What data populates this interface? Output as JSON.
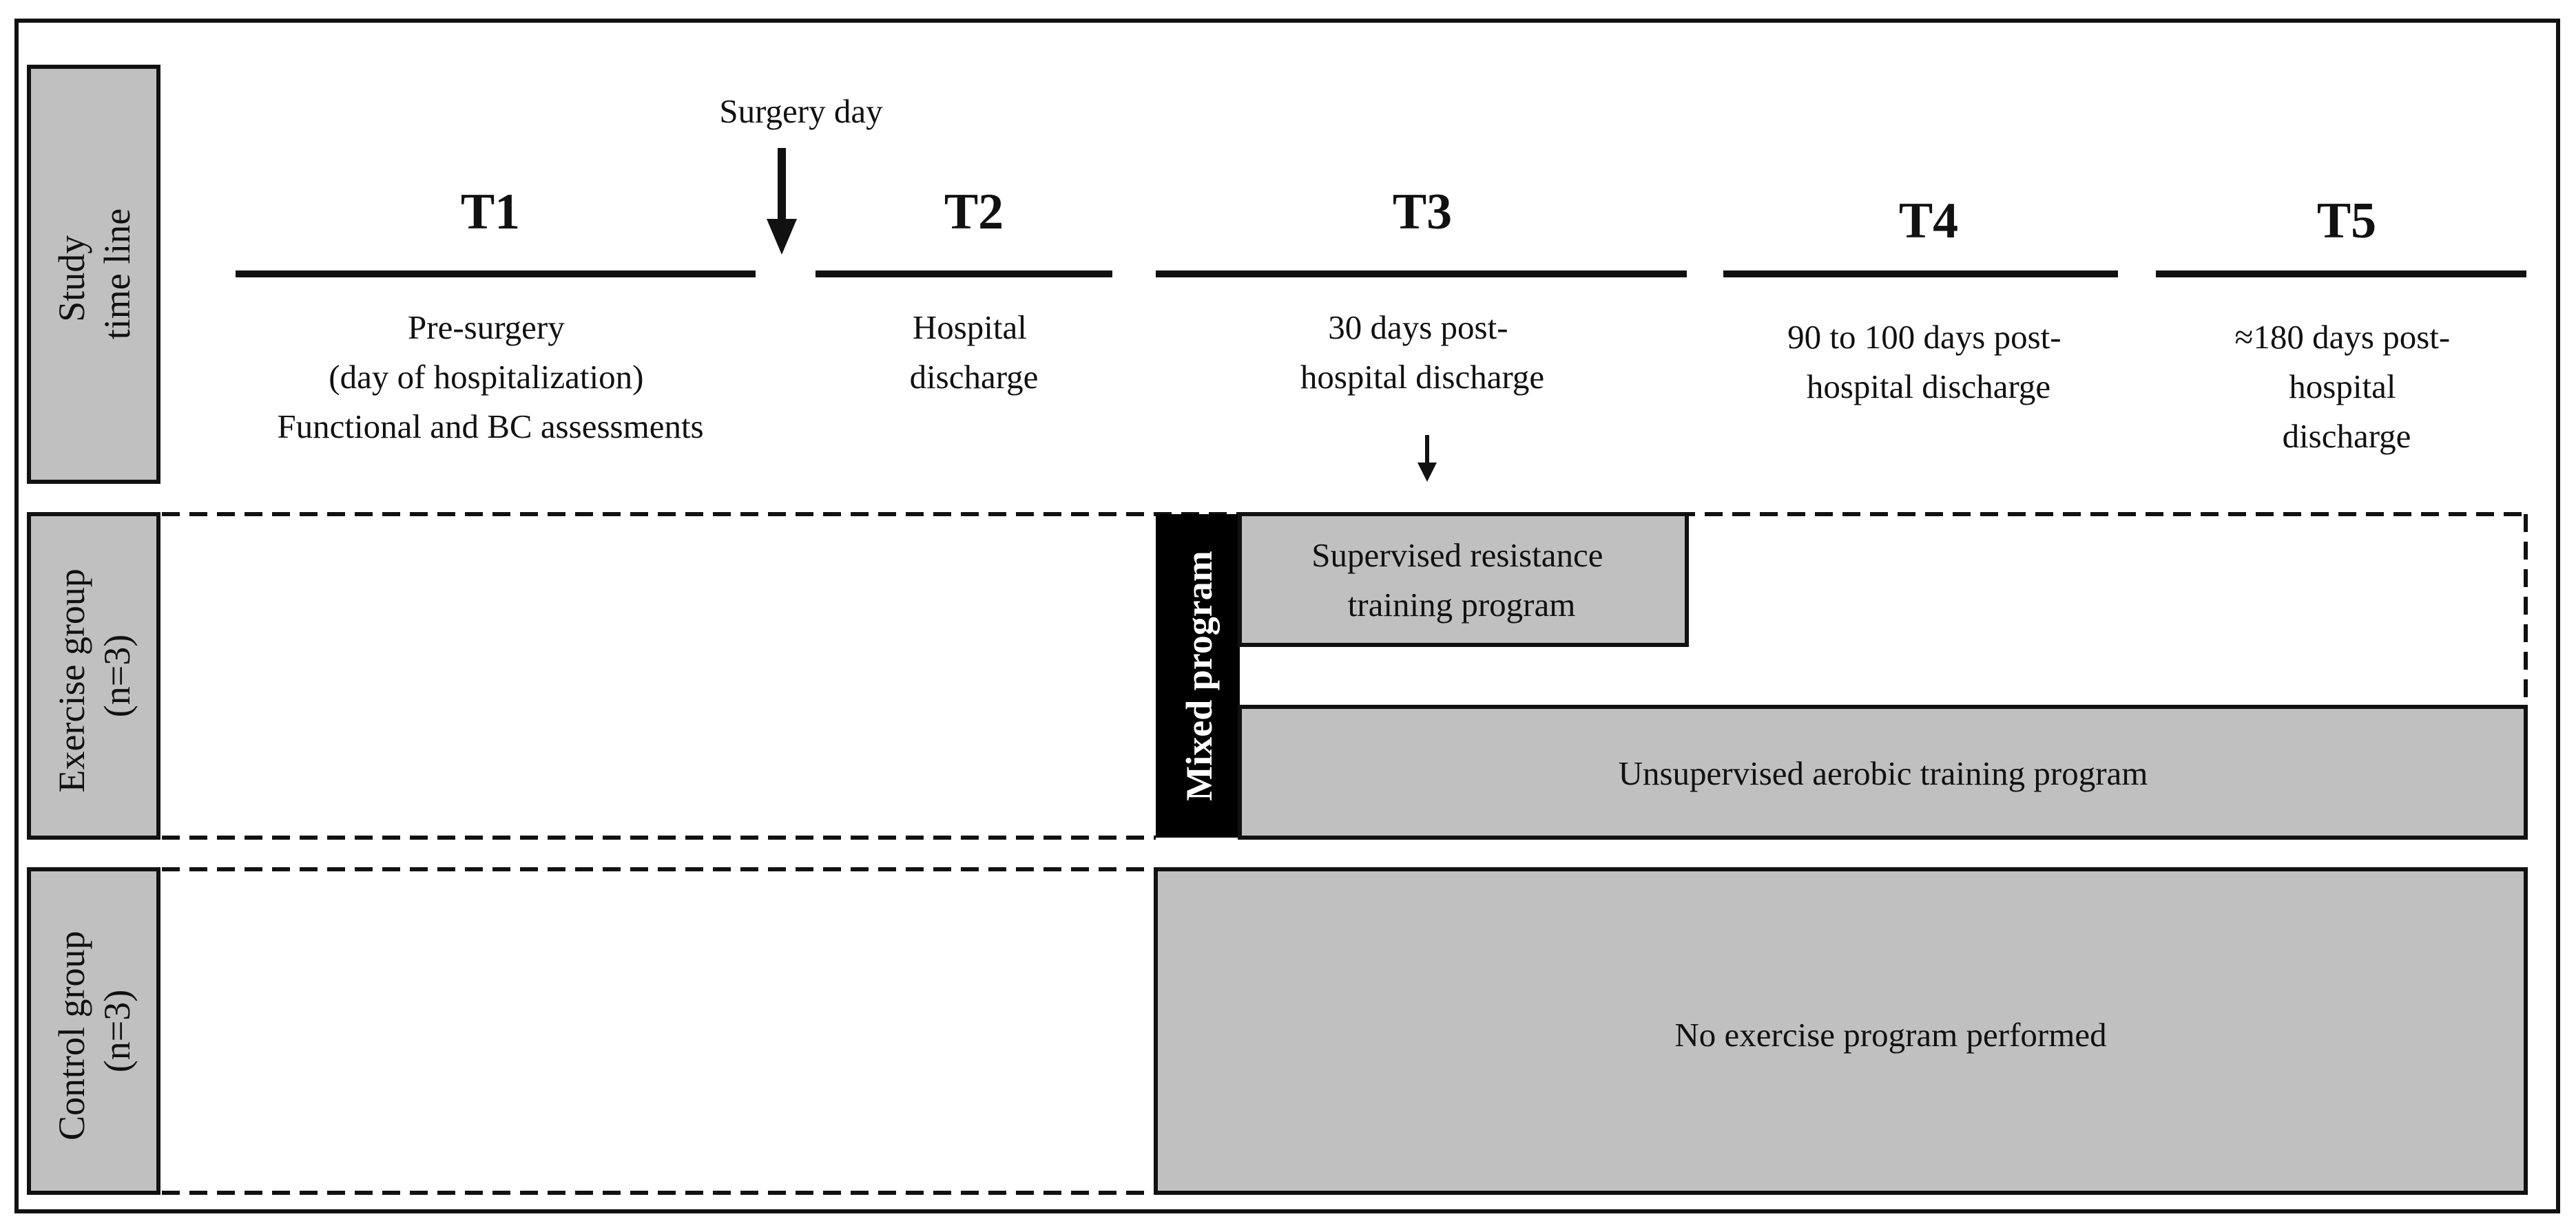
{
  "timeline": {
    "row_label": [
      "Study",
      "time line"
    ],
    "surgery_label": "Surgery day",
    "timepoints": [
      {
        "id": "T1",
        "desc": [
          "Pre-surgery",
          "(day of hospitalization)",
          "Functional and BC assessments"
        ]
      },
      {
        "id": "T2",
        "desc": [
          "Hospital",
          "discharge"
        ]
      },
      {
        "id": "T3",
        "desc": [
          "30 days post-",
          "hospital discharge"
        ]
      },
      {
        "id": "T4",
        "desc": [
          "90 to 100 days post-",
          "hospital discharge"
        ]
      },
      {
        "id": "T5",
        "desc": [
          "≈180 days post-",
          "hospital",
          "discharge"
        ]
      }
    ]
  },
  "exercise_group": {
    "label": [
      "Exercise group",
      "(n=3)"
    ],
    "mixed_program": "Mixed program",
    "supervised": [
      "Supervised resistance",
      "training program"
    ],
    "unsupervised": "Unsupervised aerobic training program"
  },
  "control_group": {
    "label": [
      "Control group",
      "(n=3)"
    ],
    "no_program": "No exercise program performed"
  },
  "colors": {
    "box_fill": "#c0c0c0",
    "mixed_fill": "#000000",
    "line": "#111111"
  }
}
